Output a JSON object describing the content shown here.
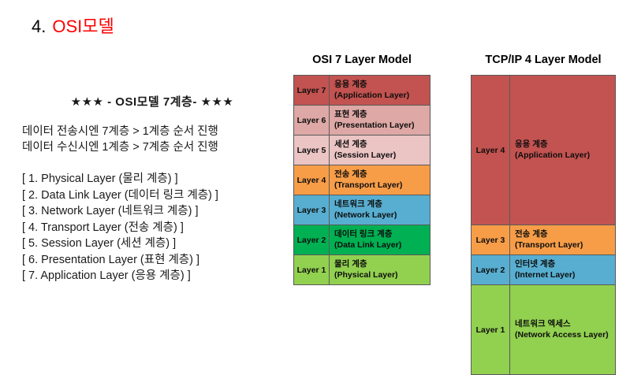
{
  "slide": {
    "number": "4.",
    "title": "OSI모델",
    "title_color": "#ff0000"
  },
  "left_panel": {
    "star_heading": "★★★ - OSI모델 7계층- ★★★",
    "flow_lines": [
      "데이터 전송시엔 7계층 > 1계층 순서 진행",
      "데이터 수신시엔 1계층 > 7계층 순서 진행"
    ],
    "layer_list": [
      "[ 1. Physical Layer (물리 계층) ]",
      "[ 2. Data Link Layer (데이터 링크 계층) ]",
      "[ 3. Network Layer (네트워크 계층) ]",
      "[ 4. Transport Layer (전송 계층) ]",
      "[ 5. Session Layer (세션 계층) ]",
      "[ 6. Presentation Layer (표현 계층) ]",
      "[ 7. Application Layer (응용 계층) ]"
    ]
  },
  "osi_model": {
    "heading": "OSI 7 Layer Model",
    "rows": [
      {
        "label": "Layer 7",
        "name_ko": "응용 계층",
        "name_en": "(Application Layer)",
        "color": "#c25350"
      },
      {
        "label": "Layer 6",
        "name_ko": "표현 계층",
        "name_en": "(Presentation Layer)",
        "color": "#dda8a5"
      },
      {
        "label": "Layer 5",
        "name_ko": "세션 계층",
        "name_en": "(Session Layer)",
        "color": "#ebc4c4"
      },
      {
        "label": "Layer 4",
        "name_ko": "전송 계층",
        "name_en": "(Transport Layer)",
        "color": "#f79d48"
      },
      {
        "label": "Layer 3",
        "name_ko": "네트워크 계층",
        "name_en": "(Network Layer)",
        "color": "#58aed0"
      },
      {
        "label": "Layer 2",
        "name_ko": "데이터 링크 계층",
        "name_en": "(Data Link Layer)",
        "color": "#00b052"
      },
      {
        "label": "Layer 1",
        "name_ko": "물리 계층",
        "name_en": "(Physical Layer)",
        "color": "#92d050"
      }
    ]
  },
  "tcpip_model": {
    "heading": "TCP/IP 4 Layer Model",
    "rows": [
      {
        "label": "Layer 4",
        "name_ko": "응용 계층",
        "name_en": "(Application Layer)",
        "color": "#c25350",
        "span": 3
      },
      {
        "label": "Layer 3",
        "name_ko": "전송 계층",
        "name_en": "(Transport Layer)",
        "color": "#f79d48",
        "span": 1
      },
      {
        "label": "Layer 2",
        "name_ko": "인터넷 계층",
        "name_en": "(Internet Layer)",
        "color": "#58aed0",
        "span": 1
      },
      {
        "label": "Layer 1",
        "name_ko": "네트워크 엑세스",
        "name_en": "(Network Access Layer)",
        "color": "#92d050",
        "span": 2
      }
    ]
  }
}
